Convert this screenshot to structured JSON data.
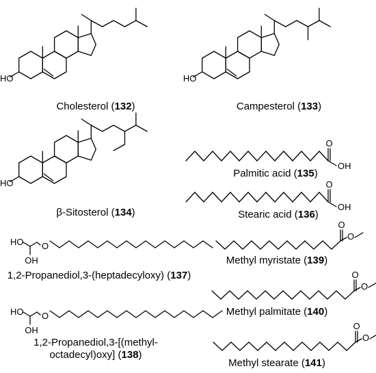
{
  "compounds": [
    {
      "id": "c132",
      "name": "Cholesterol",
      "number": "132"
    },
    {
      "id": "c133",
      "name": "Campesterol",
      "number": "133"
    },
    {
      "id": "c134",
      "name": "β-Sitosterol",
      "number": "134"
    },
    {
      "id": "c135",
      "name": "Palmitic acid",
      "number": "135"
    },
    {
      "id": "c136",
      "name": "Stearic acid",
      "number": "136"
    },
    {
      "id": "c137",
      "name": "1,2-Propanediol,3-(heptadecyloxy)",
      "number": "137"
    },
    {
      "id": "c138",
      "name_line1": "1,2-Propanediol,3-[(methyl-",
      "name_line2": "octadecyl)oxy]",
      "number": "138"
    },
    {
      "id": "c139",
      "name": "Methyl myristate",
      "number": "139"
    },
    {
      "id": "c140",
      "name": "Methyl palmitate",
      "number": "140"
    },
    {
      "id": "c141",
      "name": "Methyl stearate",
      "number": "141"
    }
  ],
  "atoms": {
    "hydroxyl": "HO",
    "hydroxyl_right": "OH",
    "oxygen": "O"
  },
  "punct": {
    "open": "(",
    "close": ")"
  }
}
